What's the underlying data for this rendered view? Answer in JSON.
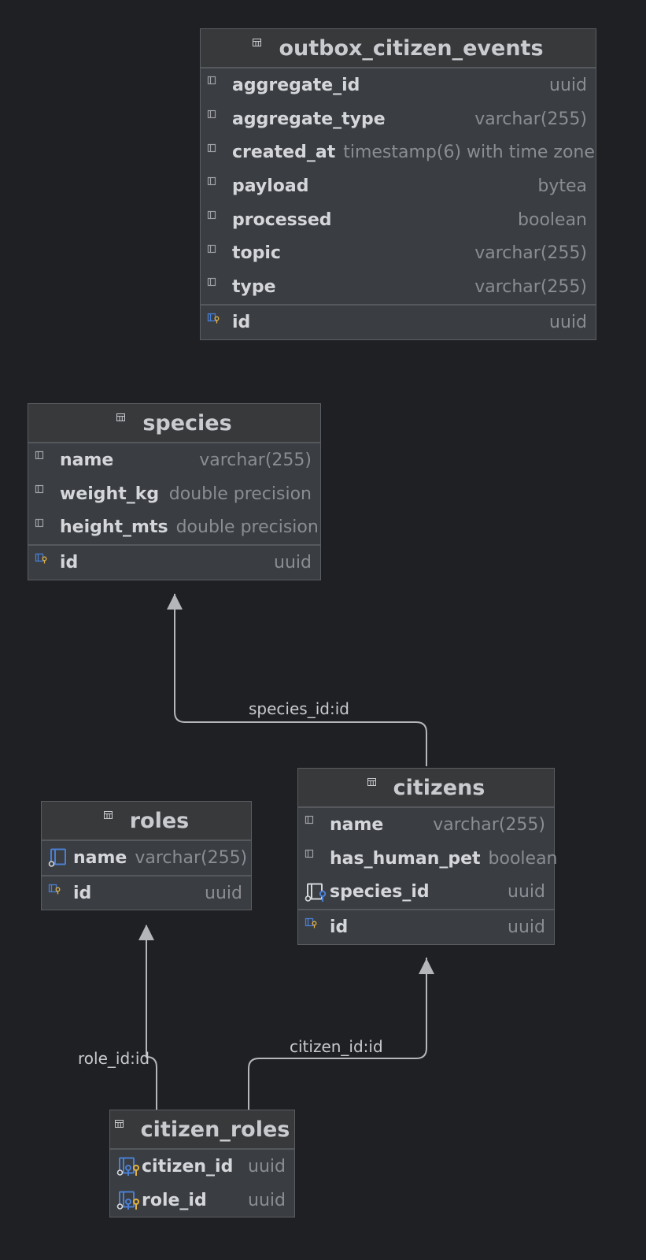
{
  "tables": {
    "outbox": {
      "name": "outbox_citizen_events",
      "columns": [
        {
          "name": "aggregate_id",
          "type": "uuid",
          "icon": "column-icon"
        },
        {
          "name": "aggregate_type",
          "type": "varchar(255)",
          "icon": "column-icon"
        },
        {
          "name": "created_at",
          "type": "timestamp(6) with time zone",
          "icon": "column-icon"
        },
        {
          "name": "payload",
          "type": "bytea",
          "icon": "column-icon"
        },
        {
          "name": "processed",
          "type": "boolean",
          "icon": "column-icon"
        },
        {
          "name": "topic",
          "type": "varchar(255)",
          "icon": "column-icon"
        },
        {
          "name": "type",
          "type": "varchar(255)",
          "icon": "column-icon"
        }
      ],
      "pk": {
        "name": "id",
        "type": "uuid",
        "icon": "primary-key-icon"
      }
    },
    "species": {
      "name": "species",
      "columns": [
        {
          "name": "name",
          "type": "varchar(255)",
          "icon": "column-icon"
        },
        {
          "name": "weight_kg",
          "type": "double precision",
          "icon": "column-icon"
        },
        {
          "name": "height_mts",
          "type": "double precision",
          "icon": "column-icon"
        }
      ],
      "pk": {
        "name": "id",
        "type": "uuid",
        "icon": "primary-key-icon"
      }
    },
    "roles": {
      "name": "roles",
      "columns": [
        {
          "name": "name",
          "type": "varchar(255)",
          "icon": "unique-index-icon"
        }
      ],
      "pk": {
        "name": "id",
        "type": "uuid",
        "icon": "primary-key-icon"
      }
    },
    "citizens": {
      "name": "citizens",
      "columns": [
        {
          "name": "name",
          "type": "varchar(255)",
          "icon": "column-icon"
        },
        {
          "name": "has_human_pet",
          "type": "boolean",
          "icon": "column-icon"
        },
        {
          "name": "species_id",
          "type": "uuid",
          "icon": "foreign-key-index-icon"
        }
      ],
      "pk": {
        "name": "id",
        "type": "uuid",
        "icon": "primary-key-icon"
      }
    },
    "citizen_roles": {
      "name": "citizen_roles",
      "columns": [
        {
          "name": "citizen_id",
          "type": "uuid",
          "icon": "composite-foreign-key-icon"
        },
        {
          "name": "role_id",
          "type": "uuid",
          "icon": "composite-foreign-key-icon"
        }
      ]
    }
  },
  "relations": {
    "species_id": "species_id:id",
    "role_id": "role_id:id",
    "citizen_id": "citizen_id:id"
  },
  "colors": {
    "background": "#1f2024",
    "table_body": "#3a3d41",
    "table_header": "#38393b",
    "column_name": "#d4d6da",
    "column_type": "#8a8d93",
    "edge": "#b4b6b9",
    "key_blue": "#4a7fd4",
    "key_gold": "#e3b341"
  }
}
